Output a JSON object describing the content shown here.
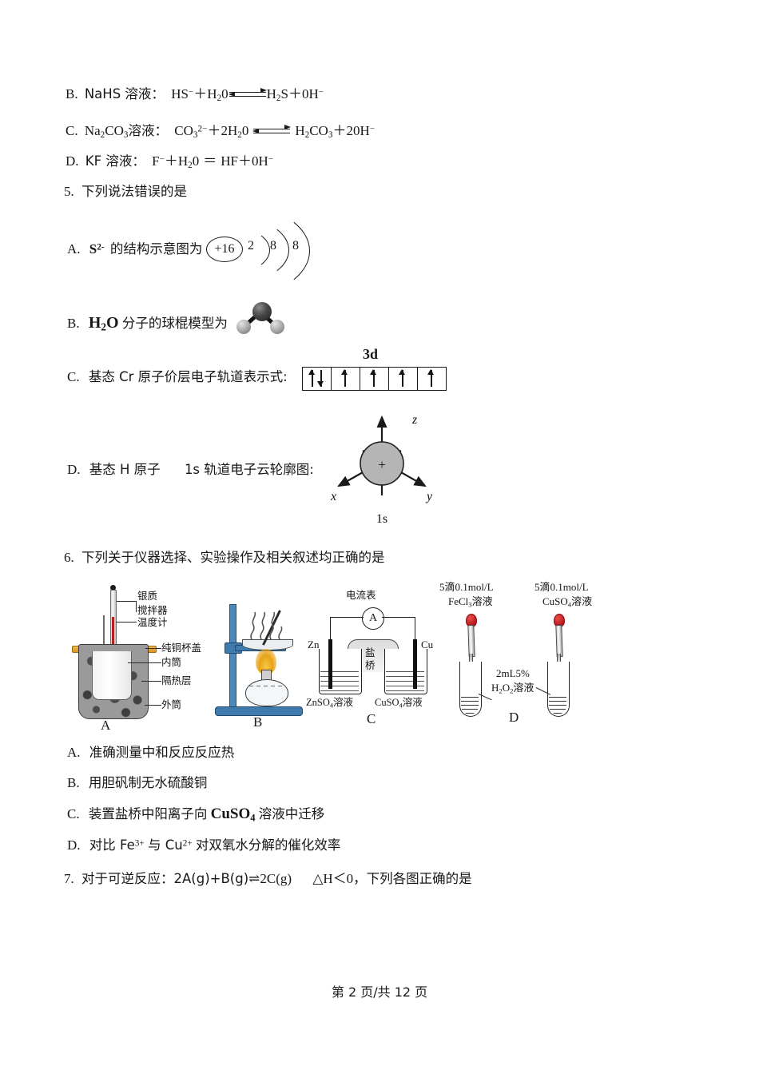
{
  "document": {
    "footer": "第 2 页/共 12 页"
  },
  "q4_options": {
    "b": {
      "label": "B.",
      "name": "NaHS 溶液：",
      "lhs_1": "HS",
      "lhs_1_sup": "−",
      "lhs_plus": "＋",
      "lhs_2": "H",
      "lhs_2_sub": "2",
      "lhs_2_tail": "0",
      "rhs_1": "H",
      "rhs_1_sub": "2",
      "rhs_1_tail": "S",
      "rhs_plus": "＋",
      "rhs_2": "0H",
      "rhs_2_sup": "−"
    },
    "c": {
      "label": "C.",
      "name_1": "Na",
      "name_sub": "2",
      "name_2": "CO",
      "name_sub2": "3",
      "name_tail": "溶液：",
      "lhs_1": "CO",
      "lhs_1_sub": "3",
      "lhs_1_sup": "2−",
      "lhs_plus": "＋",
      "lhs_2": "2H",
      "lhs_2_sub": "2",
      "lhs_2_tail": "0",
      "rhs_1": "H",
      "rhs_1_sub": "2",
      "rhs_1_mid": "CO",
      "rhs_1_sub2": "3",
      "rhs_plus": "＋",
      "rhs_2": "20H",
      "rhs_2_sup": "−"
    },
    "d": {
      "label": "D.",
      "name": "KF 溶液：",
      "lhs_1": "F",
      "lhs_1_sup": "−",
      "lhs_plus": "＋",
      "lhs_2": "H",
      "lhs_2_sub": "2",
      "lhs_2_tail": "0",
      "equals": "＝",
      "rhs_1": "HF",
      "rhs_plus": "＋",
      "rhs_2": "0H",
      "rhs_2_sup": "−"
    }
  },
  "q5": {
    "number": "5.",
    "stem": "下列说法错误的是",
    "options": {
      "a": {
        "label": "A.",
        "text_1": "S",
        "text_sup": "2-",
        "text_2": "的结构示意图为",
        "nucleus": "+16",
        "shells": [
          "2",
          "8",
          "8"
        ]
      },
      "b": {
        "label": "B.",
        "formula": "H",
        "formula_sub": "2",
        "formula_tail": "O",
        "text": "分子的球棍模型为"
      },
      "c": {
        "label": "C.",
        "text": "基态 Cr 原子价层电子轨道表示式:",
        "orbital_label": "3d",
        "boxes": [
          "updown",
          "up",
          "up",
          "up",
          "up"
        ]
      },
      "d": {
        "label": "D.",
        "text_1": "基态 H 原子",
        "text_2": "1s 轨道电子云轮廓图:",
        "axis_z": "z",
        "axis_x": "x",
        "axis_y": "y",
        "nucleus_sign": "+",
        "caption": "1s"
      }
    }
  },
  "q6": {
    "number": "6.",
    "stem": "下列关于仪器选择、实验操作及相关叙述均正确的是",
    "figures": {
      "a": {
        "letter": "A",
        "labels": [
          "银质",
          "搅拌器",
          "温度计",
          "纯铜杯盖",
          "内筒",
          "隔热层",
          "外筒"
        ]
      },
      "b": {
        "letter": "B"
      },
      "c": {
        "letter": "C",
        "ammeter_label": "电流表",
        "ammeter_symbol": "A",
        "zn": "Zn",
        "cu": "Cu",
        "saltbridge_1": "盐",
        "saltbridge_2": "桥",
        "left_solution": "ZnSO",
        "left_solution_sub": "4",
        "left_solution_tail": "溶液",
        "right_solution": "CuSO",
        "right_solution_sub": "4",
        "right_solution_tail": "溶液"
      },
      "d": {
        "letter": "D",
        "left_top_1": "5滴0.1mol/L",
        "left_top_2": "FeCl",
        "left_top_2_sub": "3",
        "left_top_2_tail": "溶液",
        "right_top_1": "5滴0.1mol/L",
        "right_top_2": "CuSO",
        "right_top_2_sub": "4",
        "right_top_2_tail": "溶液",
        "center_1": "2mL5%",
        "center_2": "H",
        "center_2_sub": "2",
        "center_2_mid": "O",
        "center_2_sub2": "2",
        "center_2_tail": "溶液"
      }
    },
    "options": {
      "a": {
        "label": "A.",
        "text": "准确测量中和反应反应热"
      },
      "b": {
        "label": "B.",
        "text": "用胆矾制无水硫酸铜"
      },
      "c": {
        "label": "C.",
        "text_1": "装置盐桥中阳离子向",
        "formula": "CuSO",
        "formula_sub": "4",
        "text_2": "溶液中迁移"
      },
      "d": {
        "label": "D.",
        "text_1": "对比 Fe",
        "sup_1": "3+",
        "text_2": "与 Cu",
        "sup_2": "2+",
        "text_3": "对双氧水分解的催化效率"
      }
    }
  },
  "q7": {
    "number": "7.",
    "stem_1": "对于可逆反应：2A(g)+B(g)",
    "arrow": "⇌",
    "stem_2": "2C(g)",
    "delta": "△H＜0",
    "stem_3": "，下列各图正确的是"
  }
}
